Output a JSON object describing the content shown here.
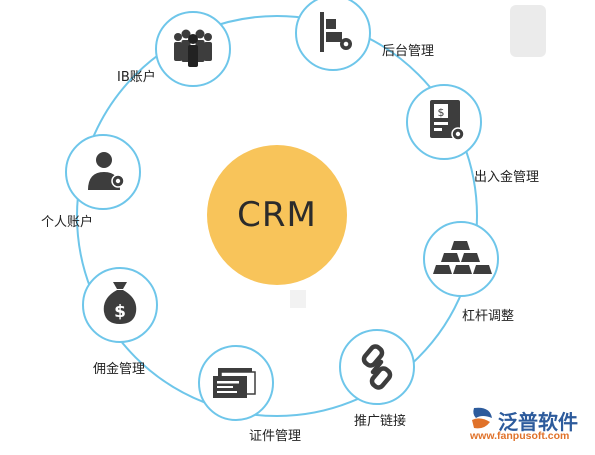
{
  "center": {
    "label": "CRM",
    "color": "#f8c45a"
  },
  "ring_color": "#6ec6ea",
  "nodes": [
    {
      "id": "ib-account",
      "label": "IB账户",
      "icon": "group-of-people-icon"
    },
    {
      "id": "backend-management",
      "label": "后台管理",
      "icon": "server-gear-icon"
    },
    {
      "id": "deposit-withdrawal",
      "label": "出入金管理",
      "icon": "atm-dollar-gear-icon"
    },
    {
      "id": "personal-account",
      "label": "个人账户",
      "icon": "user-gear-icon"
    },
    {
      "id": "leverage-adjust",
      "label": "杠杆调整",
      "icon": "gold-bars-icon"
    },
    {
      "id": "commission",
      "label": "佣金管理",
      "icon": "money-bag-icon"
    },
    {
      "id": "promo-link",
      "label": "推广链接",
      "icon": "chain-link-icon"
    },
    {
      "id": "document",
      "label": "证件管理",
      "icon": "id-cards-icon"
    }
  ],
  "brand": {
    "name": "泛普软件",
    "url": "www.fanpusoft.com",
    "name_color": "#2d5b9c",
    "url_color": "#e0722a"
  }
}
